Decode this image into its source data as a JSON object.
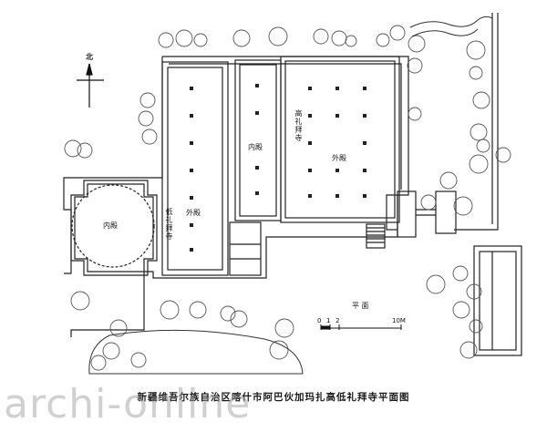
{
  "caption": "新疆维吾尔族自治区喀什市阿巴伙加玛扎高低礼拜寺平面图",
  "watermark": "archi-online",
  "labels": {
    "high_mosque": "高礼拜寺",
    "low_mosque": "低礼拜寺",
    "inner_hall_left": "内殿",
    "inner_hall_center": "内殿",
    "outer_hall_center": "外殿",
    "outer_hall_right": "外殿",
    "north": "北",
    "plan_title": "平 面"
  },
  "scale": {
    "ticks": [
      "0",
      "1",
      "2",
      "10M"
    ]
  }
}
